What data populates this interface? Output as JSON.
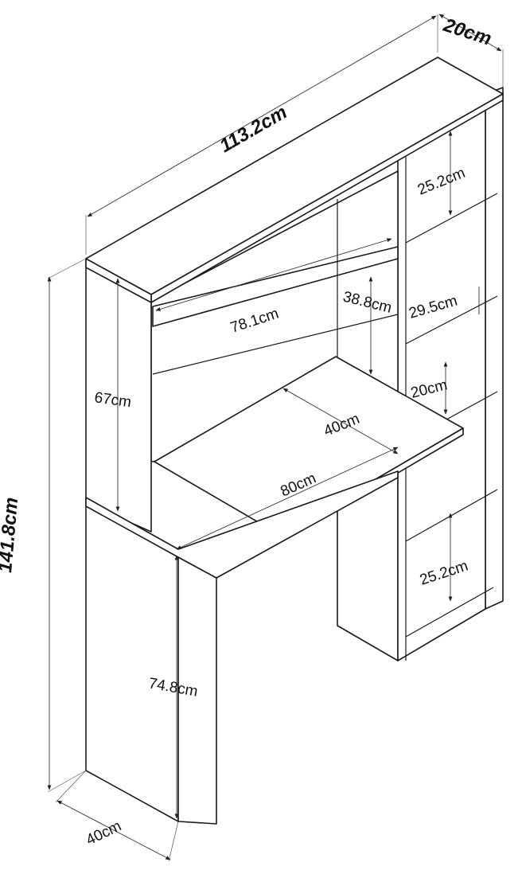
{
  "dimensions": {
    "total_width": "113.2cm",
    "hutch_depth": "20cm",
    "total_height": "141.8cm",
    "hutch_shelf_width": "78.1cm",
    "hutch_side_height": "67cm",
    "opening_height": "38.8cm",
    "top_cubby_height": "25.2cm",
    "middle_cubby_height": "29.5cm",
    "small_cubby_height": "20cm",
    "bottom_cubby_height": "25.2cm",
    "desk_depth": "40cm",
    "desk_width": "80cm",
    "desk_height": "74.8cm",
    "base_depth": "40cm"
  },
  "colors": {
    "line": "#1a1a1a",
    "panel": "#ffffff"
  }
}
